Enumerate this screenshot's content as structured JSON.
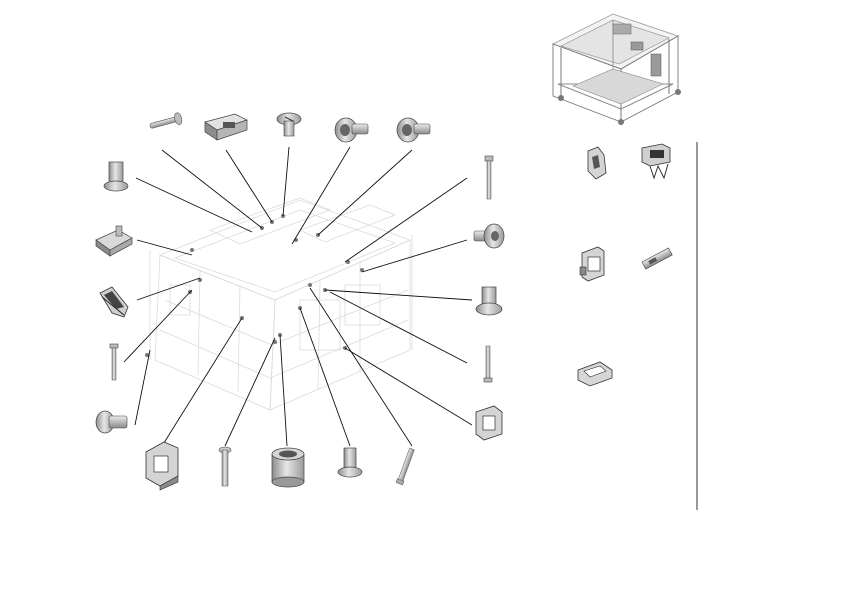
{
  "figure": {
    "kind": "exploded-parts-diagram",
    "colors": {
      "part_fill": "#cfcfcf",
      "part_shade": "#8c8c8c",
      "part_dark": "#4a4a4a",
      "leader": "#111111",
      "frame": "#bdbdbd",
      "divider": "#333333",
      "background": "#ffffff"
    },
    "legend_parts": [
      "clip-part",
      "latch-part",
      "bracket-part",
      "rail-part",
      "loop-part"
    ],
    "callout_parts": [
      "long-pin",
      "clamp-block",
      "flange-screw",
      "washer-screw",
      "washer-screw",
      "thick-post",
      "latch-clip",
      "spring-clip",
      "short-pin",
      "stud",
      "cable-bracket",
      "long-screw",
      "bushing",
      "shoulder-post",
      "threaded-rod",
      "long-pin",
      "pan-screw",
      "flange-post",
      "short-pin",
      "square-bracket"
    ]
  }
}
